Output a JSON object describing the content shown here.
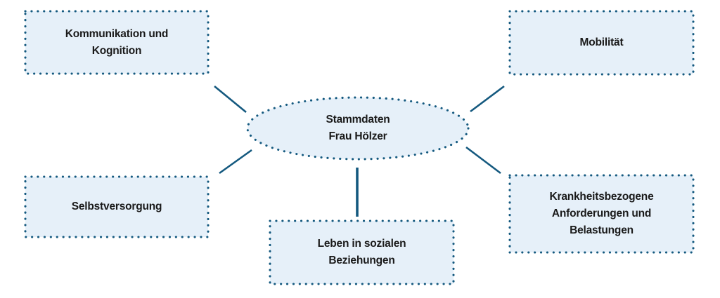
{
  "colors": {
    "accent": "#14597F",
    "node_fill": "#E6F0F9",
    "text": "#1A1A1A"
  },
  "diagram": {
    "center": {
      "label": "Stammdaten\nFrau Hölzer"
    },
    "nodes": [
      {
        "id": "kommunikation-und-kognition",
        "label": "Kommunikation und\nKognition"
      },
      {
        "id": "mobilitaet",
        "label": "Mobilität"
      },
      {
        "id": "selbstversorgung",
        "label": "Selbstversorgung"
      },
      {
        "id": "leben-in-sozialen-beziehungen",
        "label": "Leben in sozialen\nBeziehungen"
      },
      {
        "id": "krankheitsbezogene-anforderungen",
        "label": "Krankheitsbezogene\nAnforderungen und\nBelastungen"
      }
    ]
  }
}
